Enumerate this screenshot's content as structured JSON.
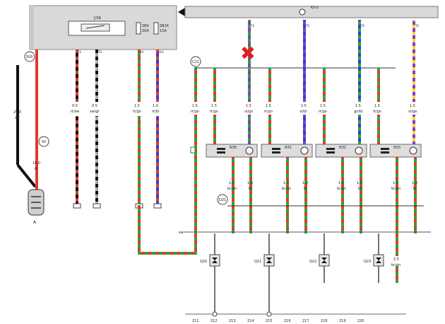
{
  "top_box_label": "J/SB",
  "bus_label": "K/cu",
  "fuse_labels": [
    "SB4",
    "SB16"
  ],
  "fuse_ratings": [
    "20A",
    "15A"
  ],
  "top_pin_labels": [
    "T2",
    "T2",
    "S4",
    "S16",
    "T2",
    "T2",
    "T2",
    "T2"
  ],
  "left_wires": [
    {
      "size": "0.5",
      "color": "rt/sw"
    },
    {
      "size": "0.5",
      "color": "sw/gr"
    },
    {
      "size": "1.5",
      "color": "rt/gn"
    },
    {
      "size": "1.0",
      "color": "rt/bl"
    }
  ],
  "battery_cable": {
    "size": "25.0",
    "color": "sw"
  },
  "main_red_wire": {
    "size": "16.0",
    "color": "rt"
  },
  "node_labels": [
    "500",
    "50",
    "C21",
    "D21"
  ],
  "ground_label": "A",
  "right_wires_upper": [
    {
      "size": "1.5",
      "color": "rt/gn"
    },
    {
      "size": "1.5",
      "color": "rt/gn"
    },
    {
      "size": "1.5",
      "color": "vi/gn"
    },
    {
      "size": "1.5",
      "color": "rt/gn"
    },
    {
      "size": "1.5",
      "color": "vi/bl"
    },
    {
      "size": "1.5",
      "color": "rt/gn"
    },
    {
      "size": "1.5",
      "color": "gn/bl"
    },
    {
      "size": "1.5",
      "color": "rt/gn"
    },
    {
      "size": "1.5",
      "color": "vi/ge"
    }
  ],
  "injectors": [
    "N30",
    "N31",
    "N32",
    "N33"
  ],
  "right_wires_lower": [
    {
      "size": "1.0",
      "color": "br/gn"
    },
    {
      "size": "1.0",
      "color": "br"
    },
    {
      "size": "1.0",
      "color": "br/gn"
    },
    {
      "size": "1.0",
      "color": "br"
    },
    {
      "size": "1.0",
      "color": "br/gn"
    },
    {
      "size": "1.0",
      "color": "br"
    },
    {
      "size": "1.0",
      "color": "br/gn"
    },
    {
      "size": "1.0",
      "color": "br"
    }
  ],
  "ground_bus_label": "sw",
  "bottom_wire": {
    "size": "2.5",
    "color": "br/gn"
  },
  "grounds": [
    "Q20",
    "Q21",
    "Q22",
    "Q23"
  ],
  "bottom_numbers": [
    "211",
    "212",
    "213",
    "214",
    "215",
    "216",
    "217",
    "218",
    "219",
    "220"
  ],
  "break_mark": "✖"
}
